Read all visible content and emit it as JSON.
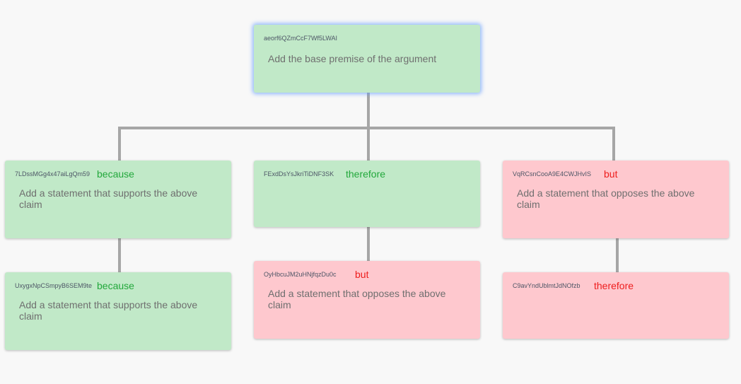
{
  "colors": {
    "support_fill": "#c1e9c8",
    "oppose_fill": "#fec8ce",
    "support_relation": "#22a83b",
    "oppose_relation": "#ee1d1d",
    "connector": "#a6a6a6"
  },
  "nodes": {
    "root": {
      "id": "aeorf6QZmCcF7Wf5LWAI",
      "text": "Add the base premise of the argument"
    },
    "left": {
      "id": "7LDssMGg4x47aiLgQm59",
      "relation": "because",
      "text": "Add a statement that supports the above claim"
    },
    "middle": {
      "id": "FExdDsYsJkriTiDNF3SK",
      "relation": "therefore",
      "text": ""
    },
    "right": {
      "id": "VqRCsnCooA9E4CWJHvIS",
      "relation": "but",
      "text": "Add a statement that opposes the above claim"
    },
    "left_child": {
      "id": "UxygxNpCSmpyB6SEM9te",
      "relation": "because",
      "text": "Add a statement that supports the above claim"
    },
    "middle_child": {
      "id": "OyHbcuJM2uHNjfqzDu0c",
      "relation": "but",
      "text": "Add a statement that opposes the above claim"
    },
    "right_child": {
      "id": "C9avYndUblmtJdNOfzb",
      "relation": "therefore",
      "text": ""
    }
  }
}
